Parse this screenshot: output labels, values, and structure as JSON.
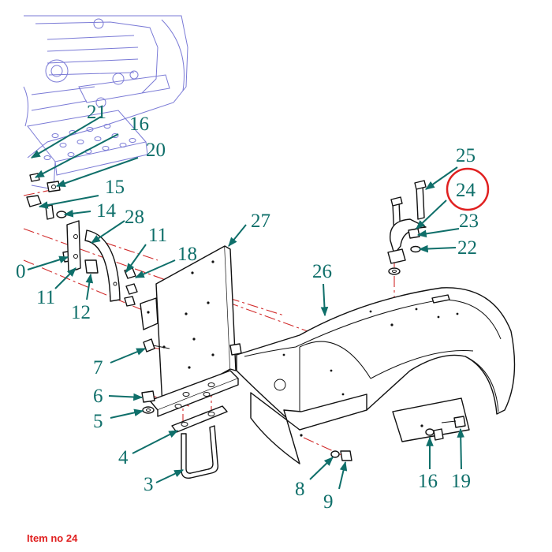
{
  "caption": "Item no 24",
  "highlight_color": "#e02020",
  "label_color": "#0f6f6a",
  "labels": {
    "n21": "21",
    "n16a": "16",
    "n20": "20",
    "n15": "15",
    "n14": "14",
    "n28": "28",
    "n11a": "11",
    "n18": "18",
    "n27": "27",
    "n0": "0",
    "n11b": "11",
    "n12": "12",
    "n25": "25",
    "n24": "24",
    "n23": "23",
    "n22": "22",
    "n26": "26",
    "n7": "7",
    "n6": "6",
    "n5": "5",
    "n4": "4",
    "n3": "3",
    "n8": "8",
    "n9": "9",
    "n16b": "16",
    "n19": "19"
  }
}
